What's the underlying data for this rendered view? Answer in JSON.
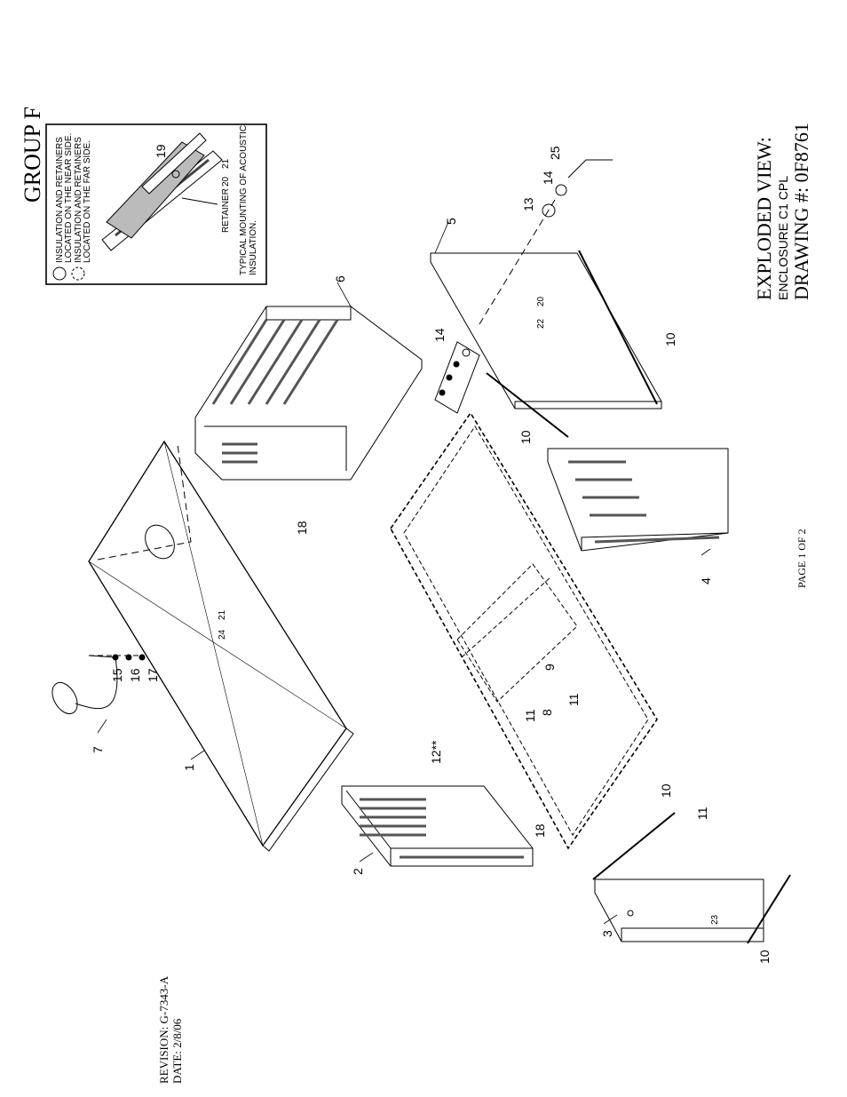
{
  "header": {
    "group": "GROUP F",
    "title_line1": "EXPLODED VIEW:",
    "title_line2": "ENCLOSURE C1 CPL",
    "title_line3": "DRAWING #: 0F8761"
  },
  "footer": {
    "page": "PAGE 1 OF 2",
    "revision": "REVISION: G-7343-A",
    "date": "DATE:  2/8/06"
  },
  "legend": {
    "near_side": "INSULATION AND RETAINERS LOCATED ON THE NEAR SIDE.",
    "near_side_l1": "INSULATION AND RETAINERS",
    "near_side_l2": "LOCATED ON THE NEAR SIDE.",
    "far_side_l1": "INSULATION AND RETAINERS",
    "far_side_l2": "LOCATED ON THE FAR SIDE.",
    "retainer_label": "RETAINER",
    "retainer_nums": [
      "20",
      "21"
    ],
    "detail_callout": "19",
    "caption_l1": "TYPICAL MOUNTING OF ACOUSTIC",
    "caption_l2": "INSULATION."
  },
  "callouts": {
    "c1": "1",
    "c2": "2",
    "c3": "3",
    "c4": "4",
    "c5": "5",
    "c6": "6",
    "c7": "7",
    "c8": "8",
    "c9": "9",
    "c10a": "10",
    "c10b": "10",
    "c10c": "10",
    "c10d": "10",
    "c11a": "11",
    "c11b": "11",
    "c11c": "11",
    "c12": "12**",
    "c13": "13",
    "c14a": "14",
    "c14b": "14",
    "c15": "15",
    "c16": "16",
    "c17": "17",
    "c18a": "18",
    "c18b": "18",
    "c25": "25",
    "circ24": "24",
    "circ21": "21",
    "circ22": "22",
    "circ20": "20",
    "circ23": "23"
  }
}
